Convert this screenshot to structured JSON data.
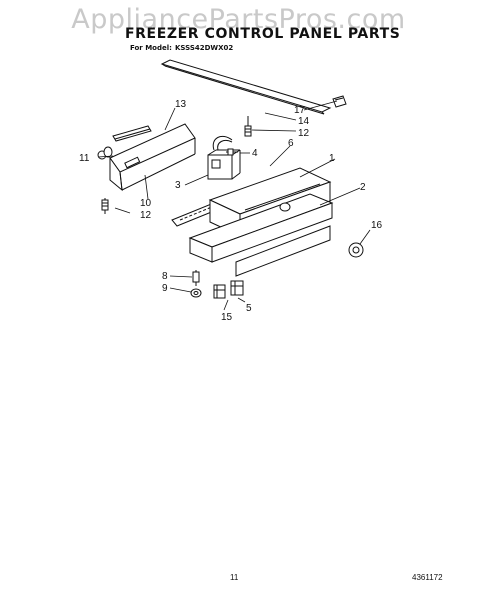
{
  "watermark": "AppliancePartsPros.com",
  "header": {
    "title": "FREEZER CONTROL PANEL PARTS",
    "model_label": "For Model:",
    "model_number": "KSSS42DWX02"
  },
  "callouts": {
    "p1": "1",
    "p2": "2",
    "p3": "3",
    "p4": "4",
    "p5": "5",
    "p6": "6",
    "p8": "8",
    "p9": "9",
    "p10": "10",
    "p11": "11",
    "p12a": "12",
    "p12b": "12",
    "p13": "13",
    "p14": "14",
    "p15": "15",
    "p16": "16",
    "p17": "17"
  },
  "footer": {
    "page_number": "11",
    "document_number": "4361172"
  }
}
